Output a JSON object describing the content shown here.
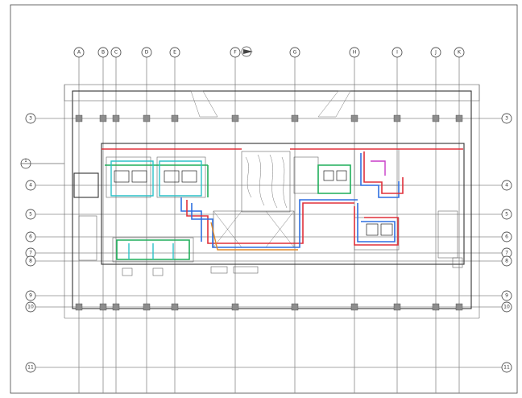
{
  "drawing": {
    "column_grid": [
      "A",
      "B",
      "C",
      "D",
      "E",
      "F",
      "G",
      "H",
      "I",
      "J",
      "K"
    ],
    "row_grid_left": [
      "3",
      "4",
      "5",
      "6",
      "7",
      "8",
      "9",
      "10",
      "11"
    ],
    "row_grid_right": [
      "3",
      "4",
      "5",
      "6",
      "7",
      "8",
      "9",
      "10",
      "11"
    ],
    "row_marker_1": "1"
  },
  "colors": {
    "supply": "#e0303a",
    "return": "#2f6fe0",
    "exhaust": "#1fae5a",
    "fresh_air": "#2cc2c8",
    "line": "#333333"
  },
  "icons": {
    "north_arrow": "north-arrow-icon",
    "section_marker": "section-marker-icon"
  }
}
